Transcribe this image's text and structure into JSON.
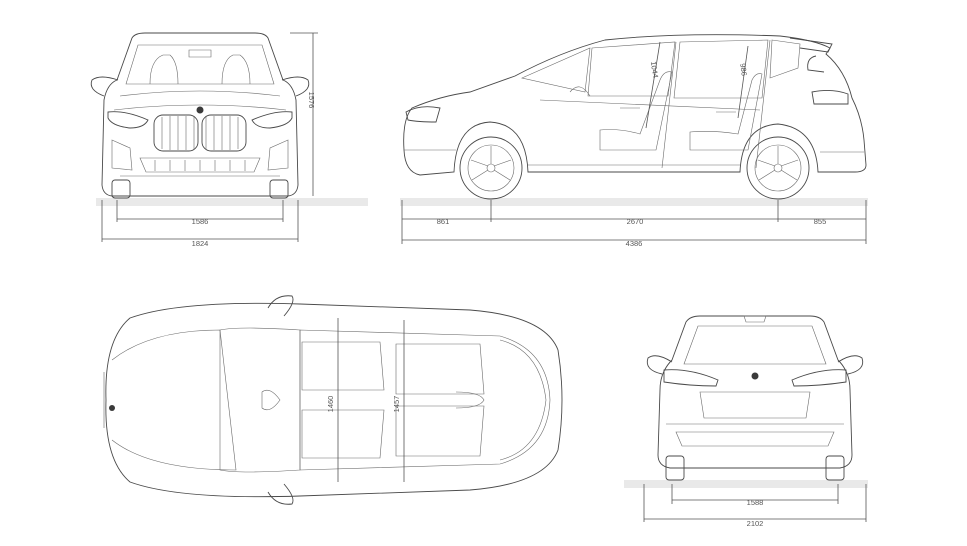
{
  "front_view": {
    "track": "1586",
    "width": "1824",
    "height": "1576"
  },
  "side_view": {
    "front_overhang": "861",
    "wheelbase": "2670",
    "rear_overhang": "855",
    "length": "4386",
    "front_headroom": "1044",
    "rear_headroom": "986"
  },
  "top_view": {
    "front_shoulder": "1460",
    "rear_shoulder": "1457"
  },
  "rear_view": {
    "track": "1588",
    "width_mirrors": "2102"
  }
}
